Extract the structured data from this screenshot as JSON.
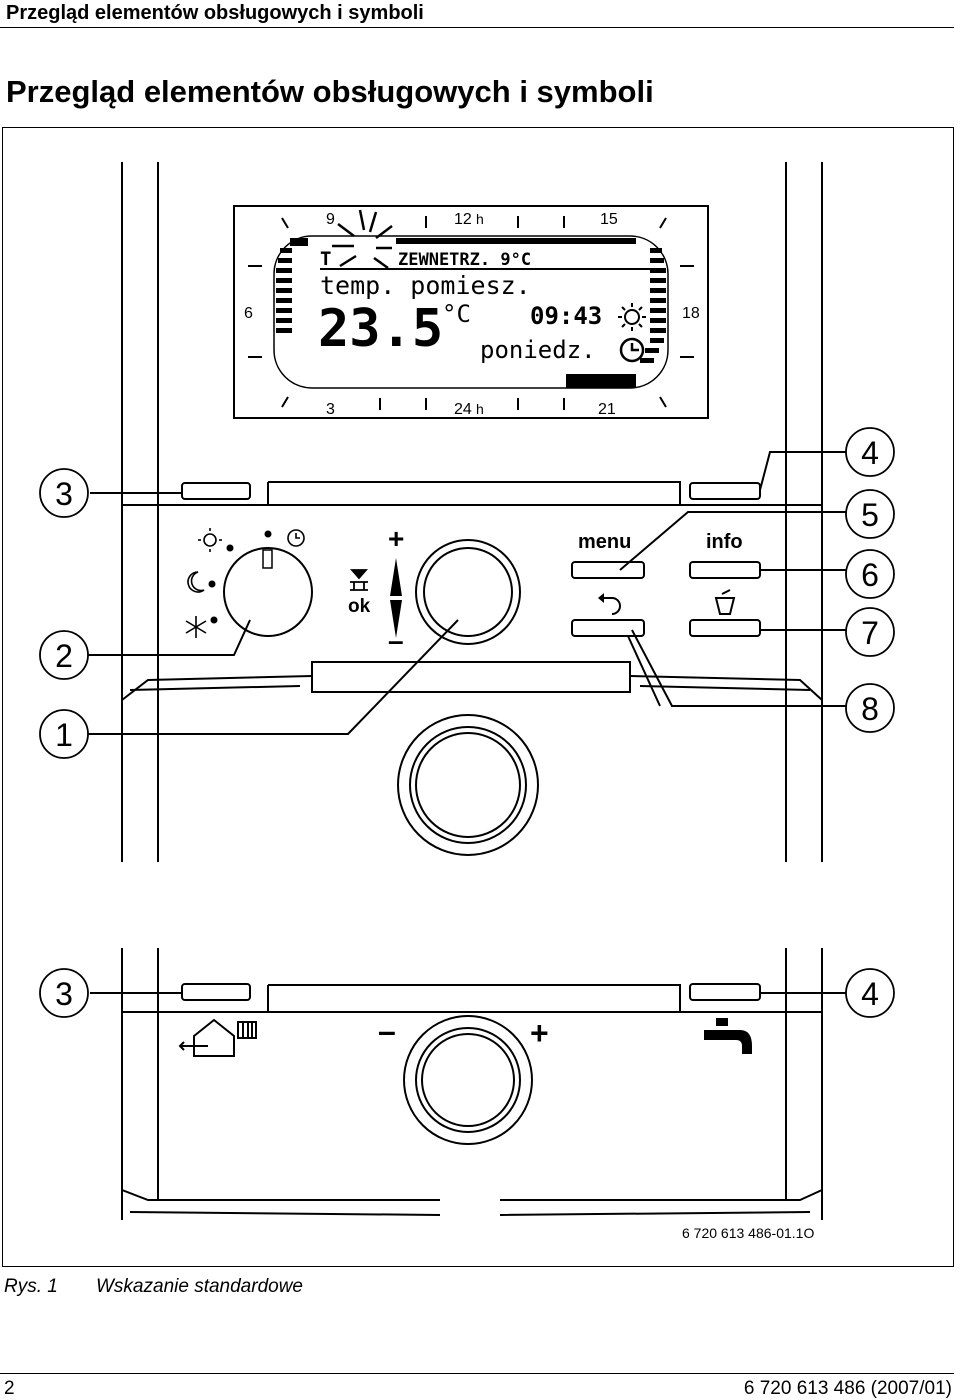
{
  "header": {
    "running_title": "Przegląd elementów obsługowych i symboli"
  },
  "section": {
    "title": "Przegląd elementów obsługowych i symboli"
  },
  "display": {
    "scale_9": "9",
    "scale_12": "12",
    "scale_12_unit": "h",
    "scale_15": "15",
    "scale_6": "6",
    "scale_18": "18",
    "scale_3": "3",
    "scale_24": "24",
    "scale_24_unit": "h",
    "scale_21": "21",
    "line1_prefix": "T",
    "line1_text": "ZEWNETRZ. 9°C",
    "line2": "temp. pomiesz.",
    "temperature": "23.5",
    "temp_unit": "°C",
    "time": "09:43",
    "day": "poniedz."
  },
  "controls": {
    "menu_label": "menu",
    "info_label": "info",
    "ok_label": "ok",
    "plus": "+",
    "minus": "–"
  },
  "callouts": [
    "1",
    "2",
    "3",
    "4",
    "5",
    "6",
    "7",
    "8"
  ],
  "lower_panel": {
    "minus": "–",
    "plus": "+"
  },
  "figure_code": "6 720 613 486-01.1O",
  "caption": {
    "label": "Rys. 1",
    "text": "Wskazanie standardowe"
  },
  "footer": {
    "page_number": "2",
    "doc_number": "6 720 613 486 (2007/01)"
  }
}
